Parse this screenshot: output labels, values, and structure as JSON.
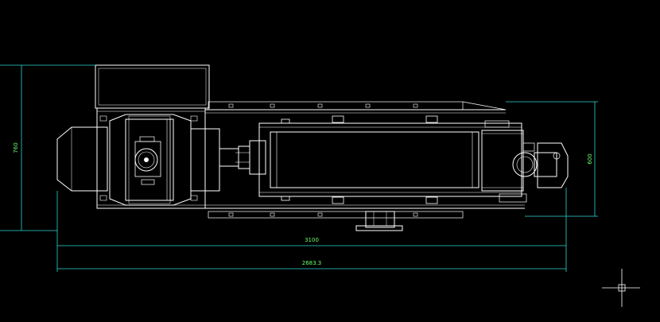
{
  "colors": {
    "background": "#000000",
    "drawing_line": "#ffffff",
    "dimension_line": "#2fd5d5",
    "dimension_text": "#6cff6c",
    "cursor": "#ffffff"
  },
  "dimensions": {
    "height_left": "760",
    "height_right": "600",
    "length_upper": "3100",
    "length_lower": "2683.3"
  },
  "icons": {
    "cursor": "crosshair-ucs-icon"
  }
}
